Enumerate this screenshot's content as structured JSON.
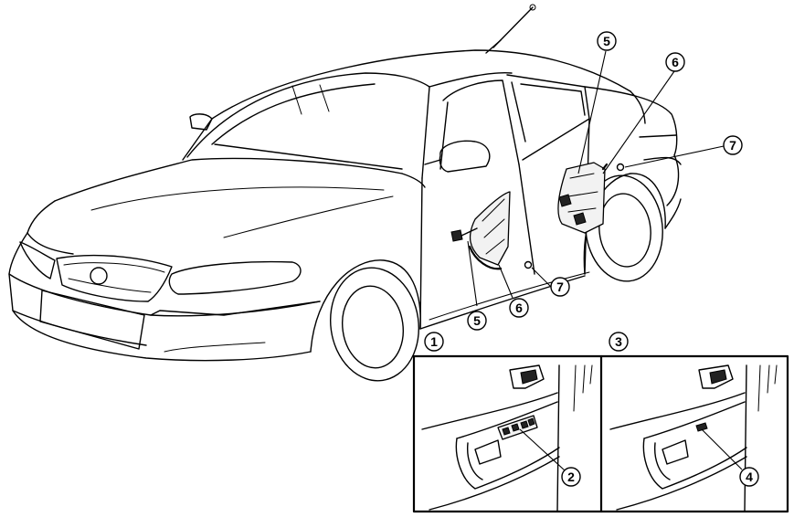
{
  "callouts": {
    "c1": "1",
    "c2": "2",
    "c3": "3",
    "c4": "4",
    "front_regulator": "5",
    "front_motor": "6",
    "front_grommet": "7",
    "rear_regulator": "5",
    "rear_motor": "6",
    "rear_grommet": "7"
  },
  "colors": {
    "line": "#000000",
    "background": "#ffffff"
  }
}
